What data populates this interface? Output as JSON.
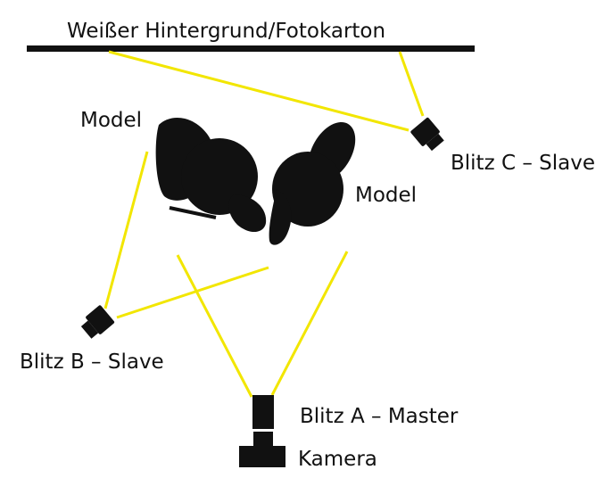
{
  "colors": {
    "beam": "#f2e600",
    "silhouette": "#111111",
    "background_bar": "#111111",
    "page": "#ffffff"
  },
  "labels": {
    "backdrop": "Weißer Hintergrund/Fotokarton",
    "model_left": "Model",
    "model_right": "Model",
    "flash_c": "Blitz C – Slave",
    "flash_b": "Blitz B – Slave",
    "flash_a": "Blitz A – Master",
    "camera": "Kamera"
  },
  "icons": {
    "flash_a": "flash-unit-icon",
    "flash_b": "flash-unit-icon",
    "flash_c": "flash-unit-icon",
    "camera": "camera-icon",
    "model_left": "person-top-view-icon",
    "model_right": "person-top-view-icon"
  }
}
